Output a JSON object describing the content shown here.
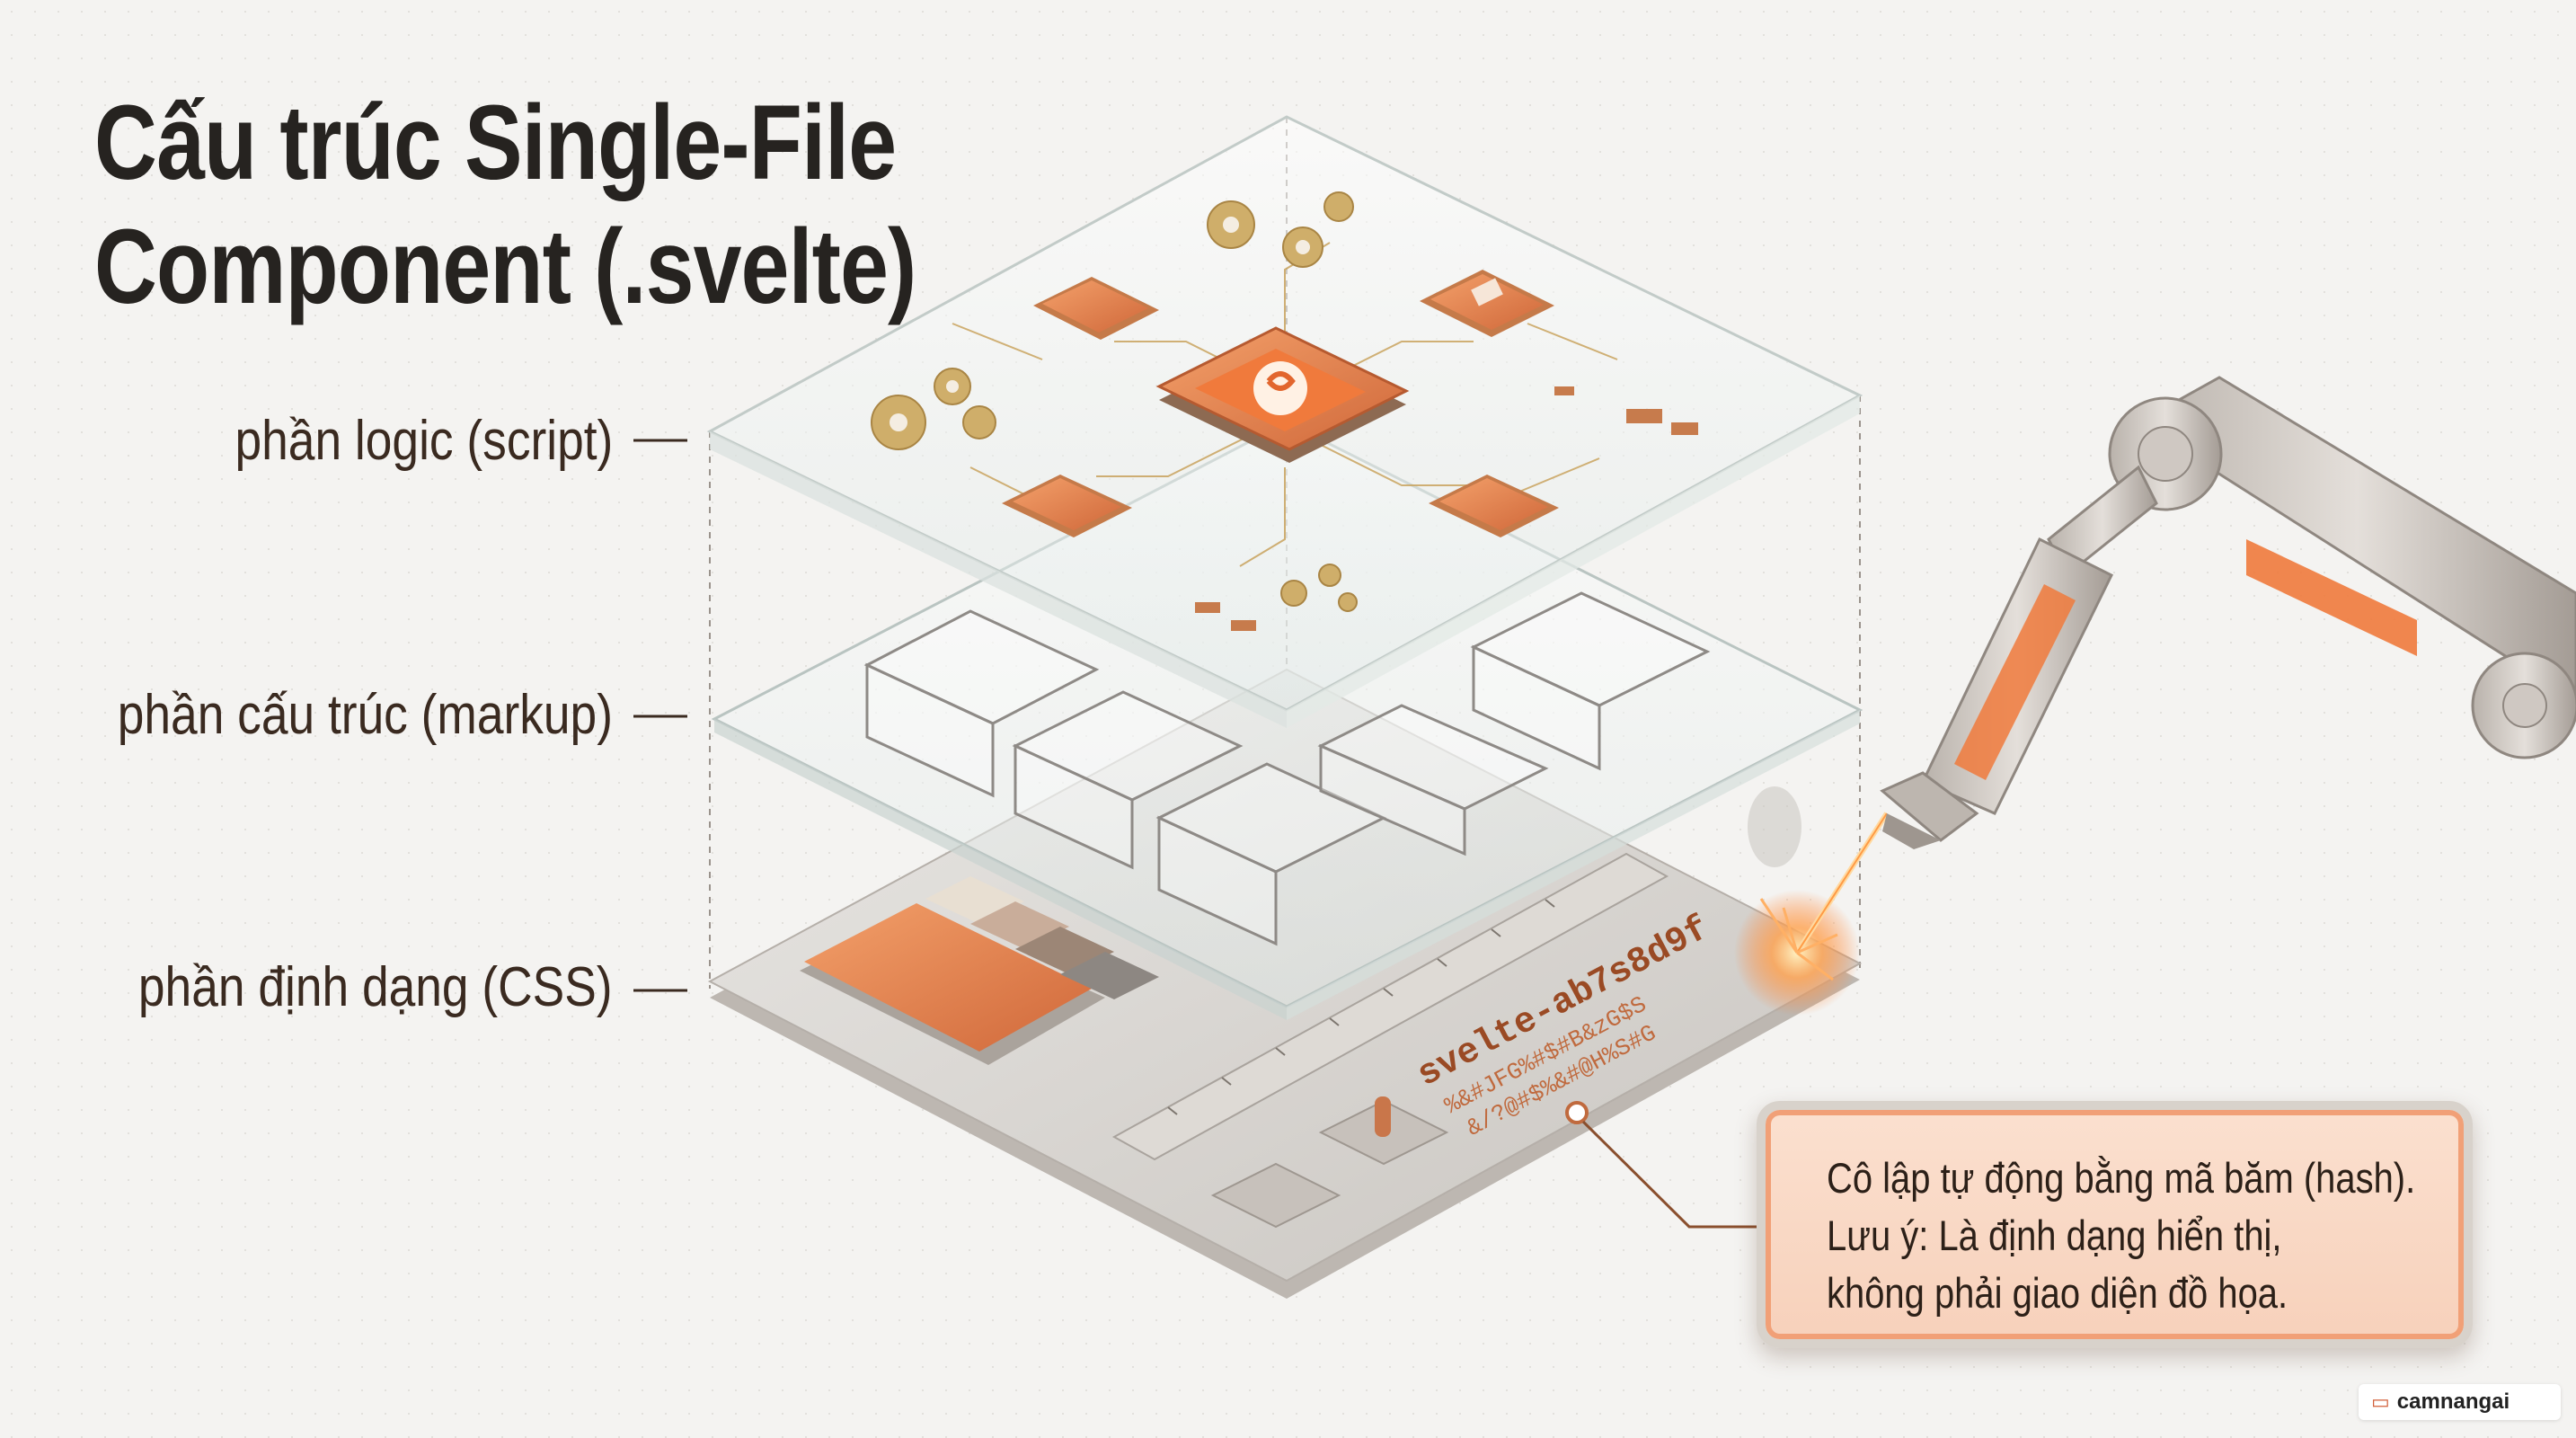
{
  "title": {
    "line1": "Cấu trúc Single-File",
    "line2": "Component (.svelte)"
  },
  "layers": {
    "script": "phần logic (script)",
    "markup": "phần cấu trúc (markup)",
    "css": "phần định dạng (CSS)"
  },
  "engraving": {
    "hash": "svelte-ab7s8d9f",
    "line2": "%&#JFG%#$#B&zG$S",
    "line3": "&/?@#$%&#@H%S#G"
  },
  "callout": {
    "line1": "Cô lập tự động bằng mã băm (hash).",
    "line2": "Lưu ý: Là định dạng hiển thị,",
    "line3": "không phải giao diện đồ họa."
  },
  "chip_icon": "svelte-logo-icon",
  "watermark": {
    "icon": "book-icon",
    "text": "camnangai"
  },
  "colors": {
    "accent": "#f07a3c",
    "copper": "#e0884f",
    "gold": "#c9a35e",
    "text": "#262320"
  }
}
